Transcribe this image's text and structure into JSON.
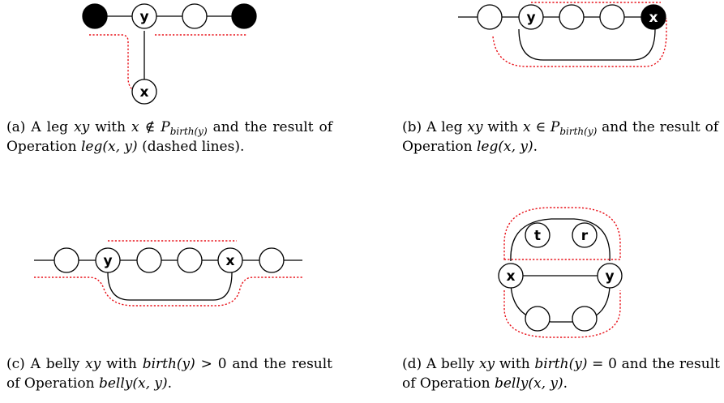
{
  "figure_a": {
    "label_y": "y",
    "label_x": "x",
    "caption": {
      "tag": "(a)",
      "part1": "A leg",
      "xy": "xy",
      "with": "with",
      "x": "x",
      "notin": "∉",
      "P": "P",
      "sub": "birth(y)",
      "line2_pre": "and the result of Operation",
      "op": "leg(x, y)",
      "line3": "(dashed lines)."
    }
  },
  "figure_b": {
    "label_y": "y",
    "label_x": "x",
    "caption": {
      "tag": "(b)",
      "part1": "A leg",
      "xy": "xy",
      "with": "with",
      "x": "x",
      "in": "∈",
      "P": "P",
      "sub": "birth(y)",
      "and": "and",
      "line2_pre": "the result of Operation",
      "op": "leg(x, y)",
      "end": "."
    }
  },
  "figure_c": {
    "label_y": "y",
    "label_x": "x",
    "caption": {
      "tag": "(c)",
      "part1": "A belly",
      "xy": "xy",
      "with": "with",
      "birth": "birth(y)",
      "rel": "> 0 and",
      "line2_pre": "the result of Operation",
      "op": "belly(x, y)",
      "end": "."
    }
  },
  "figure_d": {
    "label_t": "t",
    "label_r": "r",
    "label_x": "x",
    "label_y": "y",
    "caption": {
      "tag": "(d)",
      "part1": "A belly",
      "xy": "xy",
      "with": "with",
      "birth": "birth(y)",
      "rel": "= 0 and",
      "line2_pre": "the result of Operation",
      "op": "belly(x, y)",
      "end": "."
    }
  }
}
